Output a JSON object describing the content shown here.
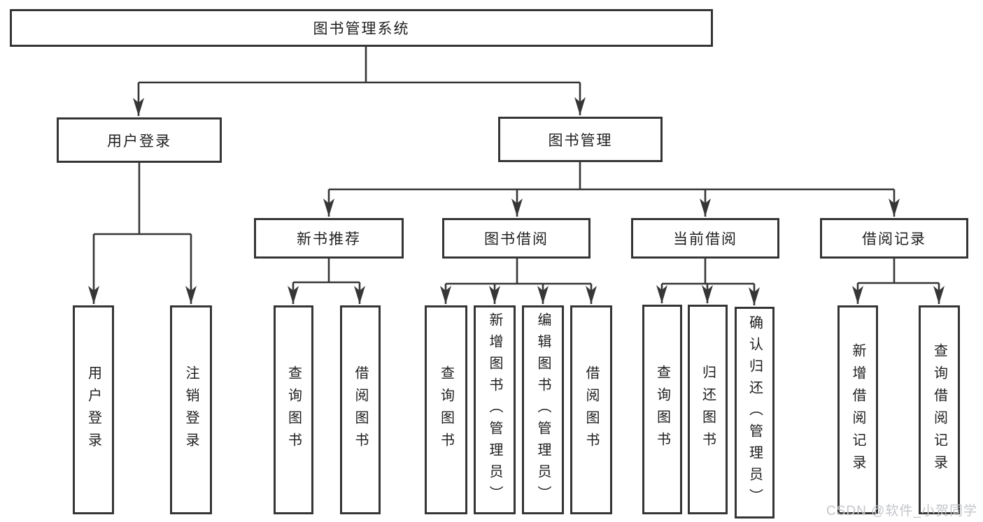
{
  "tree": {
    "root": {
      "label": "图书管理系统"
    },
    "branches": [
      {
        "label": "用户登录",
        "children": [
          {
            "label": "用户登录"
          },
          {
            "label": "注销登录"
          }
        ]
      },
      {
        "label": "图书管理",
        "children": [
          {
            "label": "新书推荐",
            "children": [
              {
                "label": "查询图书"
              },
              {
                "label": "借阅图书"
              }
            ]
          },
          {
            "label": "图书借阅",
            "children": [
              {
                "label": "查询图书"
              },
              {
                "label": "新增图书（管理员）"
              },
              {
                "label": "编辑图书（管理员）"
              },
              {
                "label": "借阅图书"
              }
            ]
          },
          {
            "label": "当前借阅",
            "children": [
              {
                "label": "查询图书"
              },
              {
                "label": "归还图书"
              },
              {
                "label": "确认归还（管理员）"
              }
            ]
          },
          {
            "label": "借阅记录",
            "children": [
              {
                "label": "新增借阅记录"
              },
              {
                "label": "查询借阅记录"
              }
            ]
          }
        ]
      }
    ]
  },
  "watermark": "CSDN @软件_小贺同学",
  "colors": {
    "line": "#363636",
    "box_border": "#353535",
    "text": "#1f1f1f",
    "watermark": "#c3c5c9",
    "background": "#ffffff"
  }
}
